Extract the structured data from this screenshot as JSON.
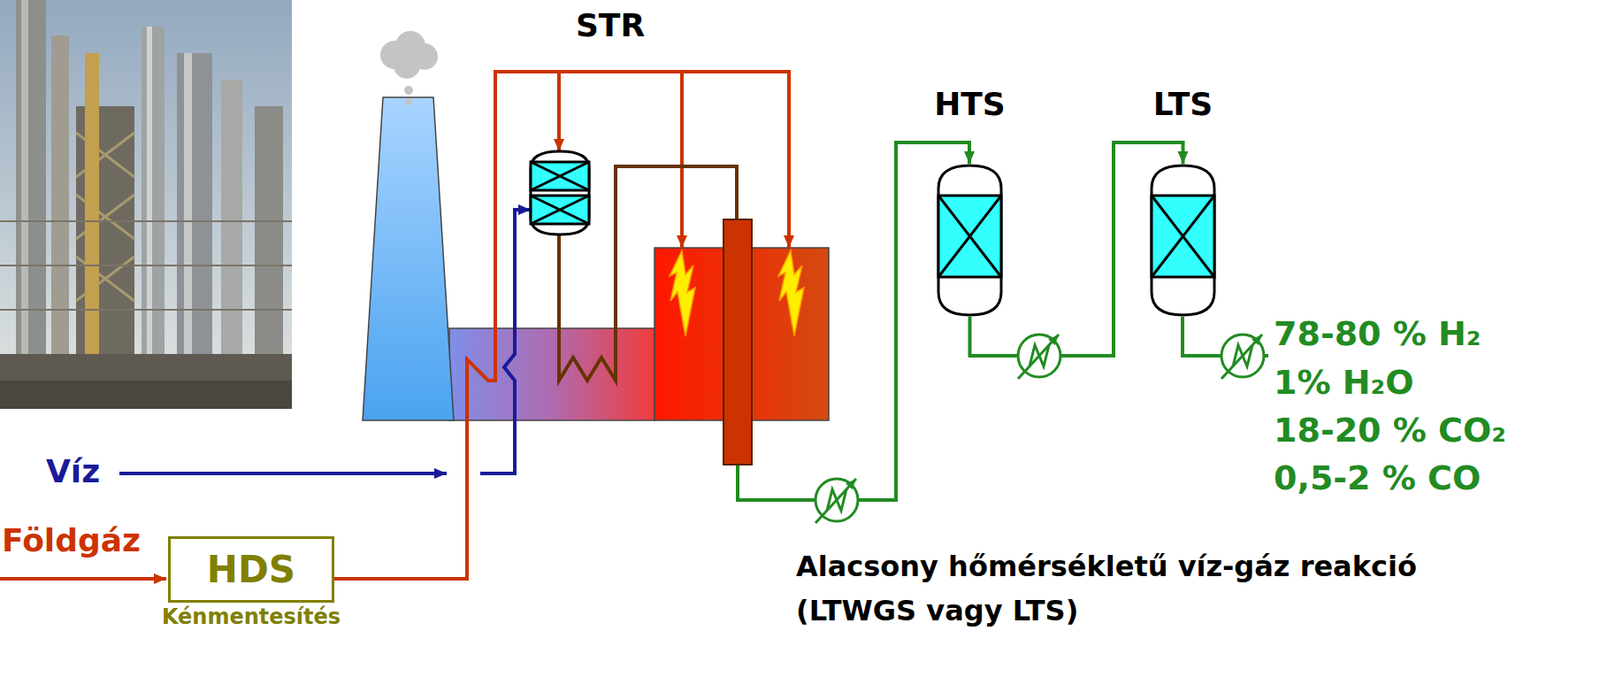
{
  "diagram": {
    "nodes": [
      {
        "text": [
          "HTS"
        ]
      },
      {
        "text": [
          "LTS"
        ]
      },
      {
        "text": [
          "HDS",
          "Kénmentesítés"
        ]
      }
    ],
    "edges": [
      {
        "from": 0,
        "to": 1,
        "arrow": "to"
      }
    ],
    "labels": [
      "STR",
      "Víz",
      "Földgáz",
      "78-80 % H₂",
      "1% H₂O",
      "18-20 % CO₂",
      "0,5-2 % CO",
      "Alacsony hőmérsékletű víz-gáz reakció",
      "(LTWGS vagy LTS)"
    ]
  }
}
